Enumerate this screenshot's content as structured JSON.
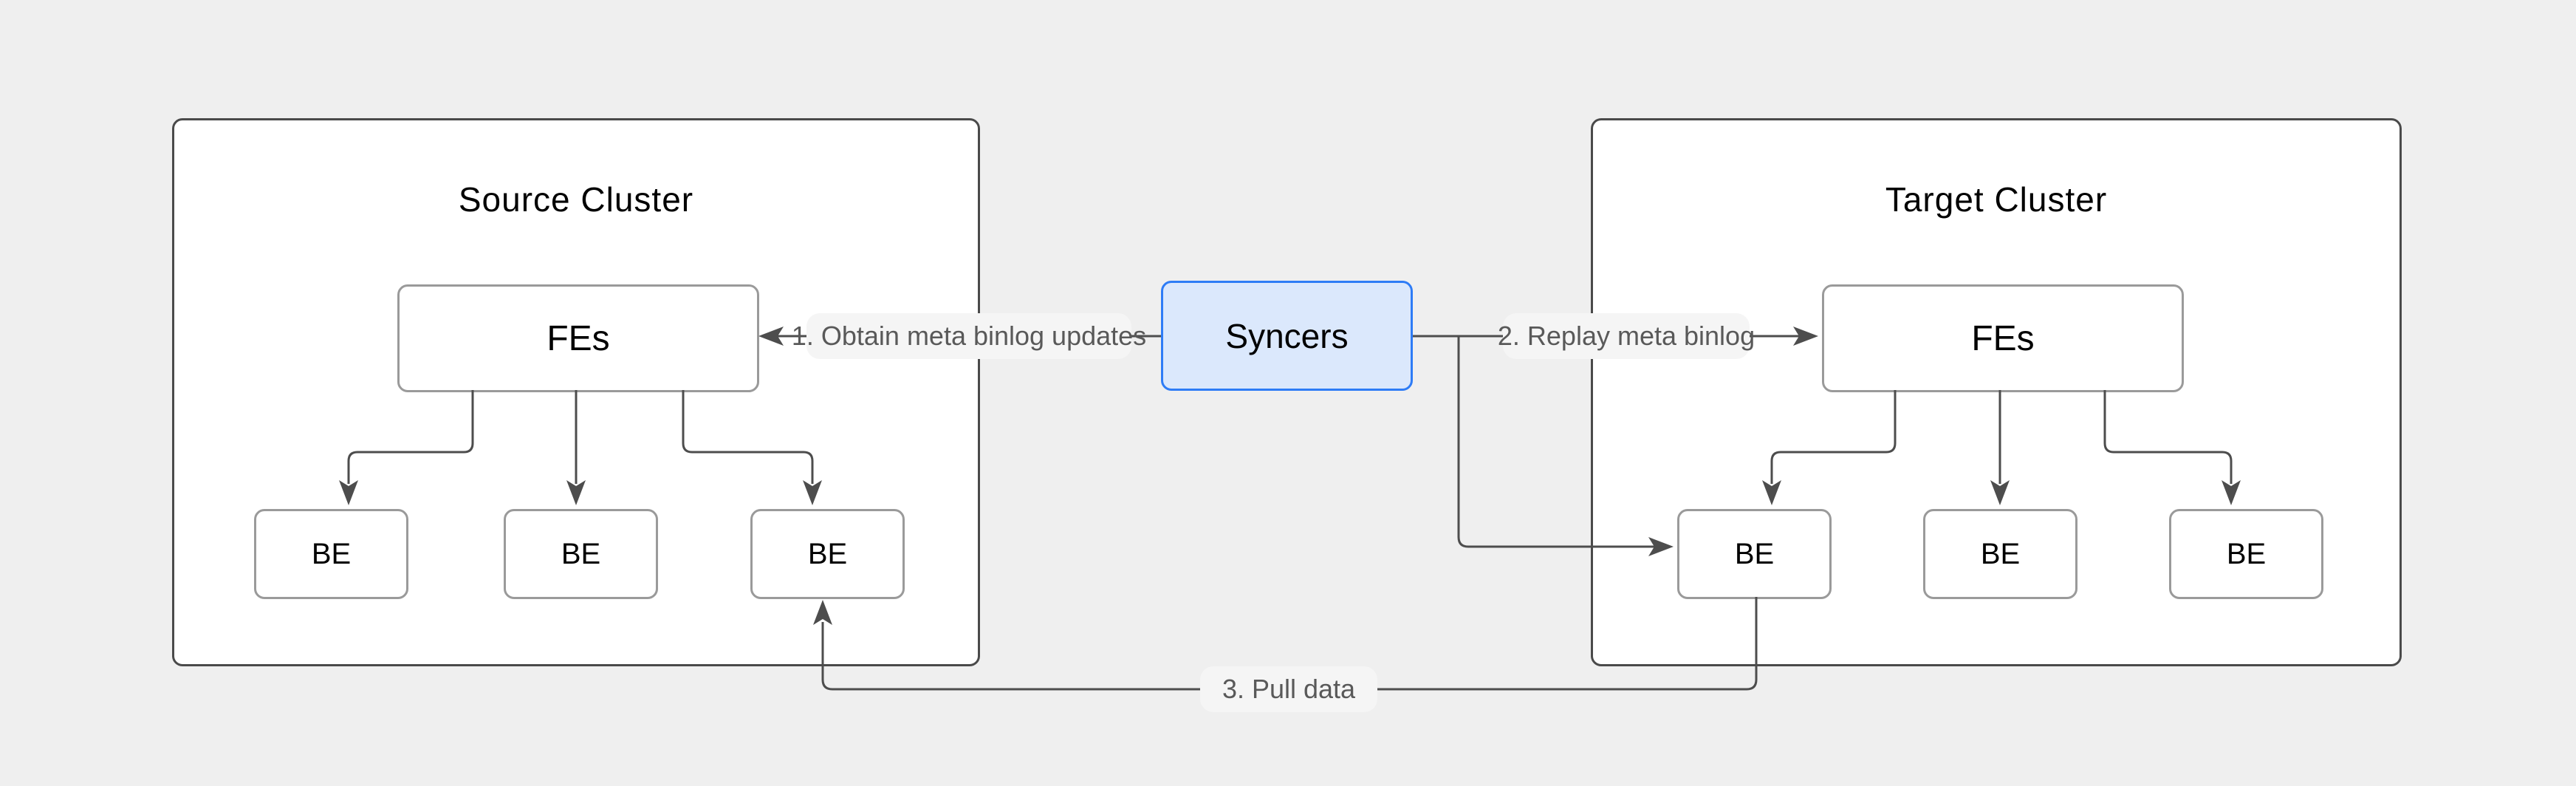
{
  "diagram": {
    "kind": "cluster-sync-architecture",
    "background_color": "#efefef",
    "colors": {
      "cluster_border": "#4a4a4a",
      "node_border": "#9a9a9a",
      "node_fill": "#ffffff",
      "syncer_fill": "#dbe8fc",
      "syncer_border": "#2e7cf6",
      "wire": "#4d4d4d",
      "edge_label_text": "#595959",
      "edge_label_bg": "#f5f5f5"
    },
    "source_cluster": {
      "title": "Source Cluster",
      "fe": {
        "label": "FEs"
      },
      "backends": [
        {
          "label": "BE"
        },
        {
          "label": "BE"
        },
        {
          "label": "BE"
        }
      ]
    },
    "target_cluster": {
      "title": "Target Cluster",
      "fe": {
        "label": "FEs"
      },
      "backends": [
        {
          "label": "BE"
        },
        {
          "label": "BE"
        },
        {
          "label": "BE"
        }
      ]
    },
    "syncer": {
      "label": "Syncers"
    },
    "edges": {
      "step1": {
        "label": "1. Obtain meta binlog updates",
        "from": "Syncers",
        "to": "Source FEs"
      },
      "step2": {
        "label": "2. Replay meta binlog",
        "from": "Syncers",
        "to": "Target FEs"
      },
      "step3": {
        "label": "3. Pull data",
        "from": "Target BE",
        "to": "Source BE"
      }
    }
  }
}
